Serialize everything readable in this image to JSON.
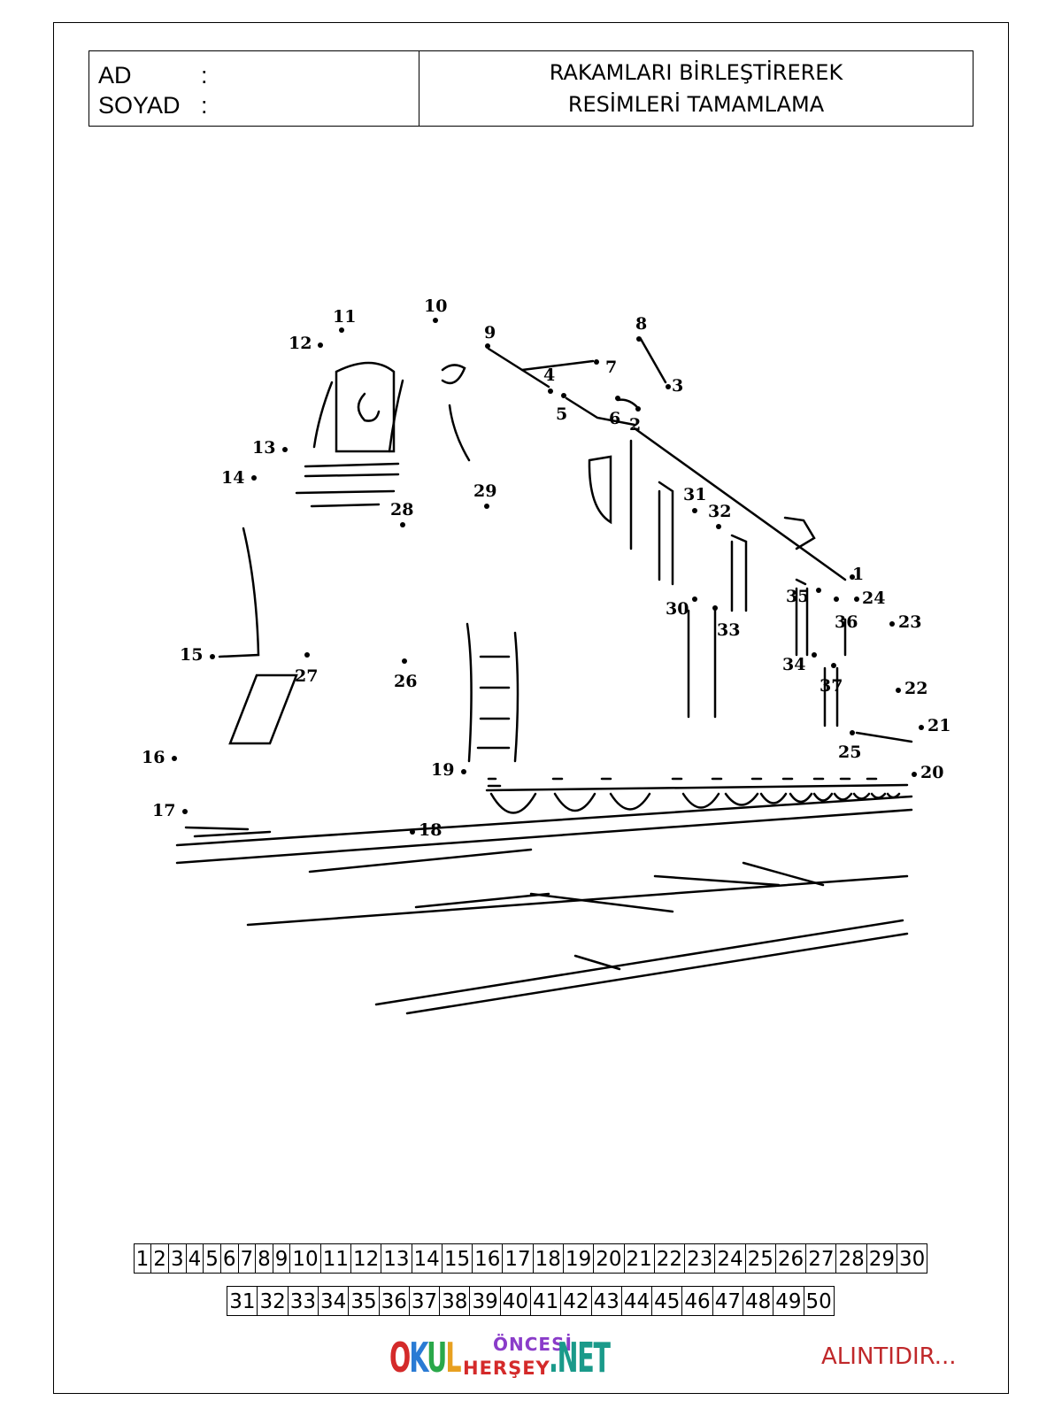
{
  "header": {
    "name_label": "AD",
    "surname_label": "SOYAD",
    "colon": ":",
    "title_line1": "RAKAMLARI BİRLEŞTİREREK",
    "title_line2": "RESİMLERİ TAMAMLAMA"
  },
  "dots": [
    "1",
    "2",
    "3",
    "4",
    "5",
    "6",
    "7",
    "8",
    "9",
    "10",
    "11",
    "12",
    "13",
    "14",
    "15",
    "16",
    "17",
    "18",
    "19",
    "20",
    "21",
    "22",
    "23",
    "24",
    "25",
    "26",
    "27",
    "28",
    "29",
    "30",
    "31",
    "32",
    "33",
    "34",
    "35",
    "36",
    "37"
  ],
  "number_strip": {
    "row1": [
      "1",
      "2",
      "3",
      "4",
      "5",
      "6",
      "7",
      "8",
      "9",
      "10",
      "11",
      "12",
      "13",
      "14",
      "15",
      "16",
      "17",
      "18",
      "19",
      "20",
      "21",
      "22",
      "23",
      "24",
      "25",
      "26",
      "27",
      "28",
      "29",
      "30"
    ],
    "row2": [
      "31",
      "32",
      "33",
      "34",
      "35",
      "36",
      "37",
      "38",
      "39",
      "40",
      "41",
      "42",
      "43",
      "44",
      "45",
      "46",
      "47",
      "48",
      "49",
      "50"
    ]
  },
  "logo": {
    "okul": "OKUL",
    "oncesi": "ÖNCESİ",
    "hersey": "HERŞEY",
    "net": ".NET"
  },
  "footer_note": "ALINTIDIR...",
  "colors": {
    "okul": [
      "#d42a2a",
      "#2a7bd4",
      "#2aa84a",
      "#e8a020"
    ],
    "oncesi": "#8a3cc9",
    "hersey": "#d42a2a",
    "net": "#1a9a8a",
    "footer_note": "#c0282a"
  }
}
